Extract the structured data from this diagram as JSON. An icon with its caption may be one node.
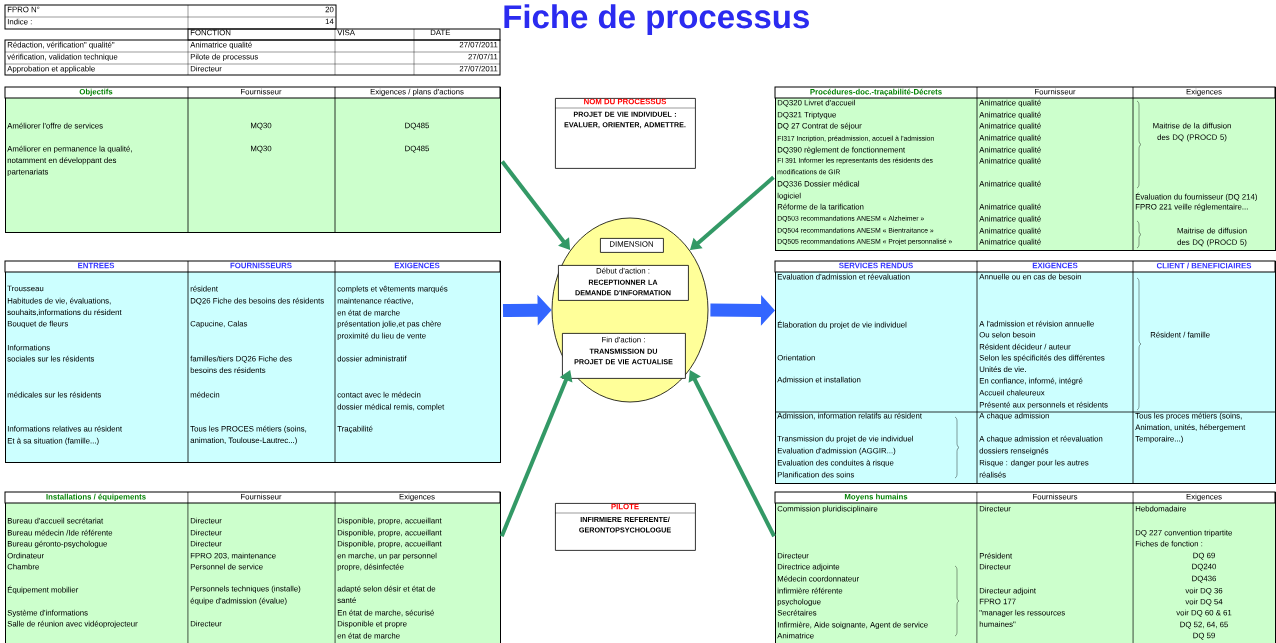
{
  "diagram": {
    "title": "Fiche de processus",
    "nodes": [
      {
        "text": [
          "FPRO N°",
          "20",
          "Indice :",
          "14",
          "FONCTION",
          "VISA",
          "DATE",
          "Rédaction, vérification\" qualité\"",
          "Animatrice qualité",
          "27/07/2011",
          "vérification, validation technique",
          "Pilote de processus",
          "27/07/11",
          "Approbation et applicable",
          "Directeur",
          "27/07/2011"
        ]
      },
      {
        "text": [
          "Objectifs",
          "Fournisseur",
          "Exigences / plans d'actions",
          "Améliorer l'offre de services",
          "MQ30",
          "DQ485",
          "Améliorer en permanence la qualité, notamment en développant des partenariats",
          "MQ30",
          "DQ485"
        ]
      },
      {
        "text": [
          "NOM DU PROCESSUS",
          "PROJET DE VIE INDIVIDUEL : EVALUER, ORIENTER, ADMETTRE."
        ]
      },
      {
        "text": [
          "Procédures-doc.-traçabilité-Décrets",
          "Fournisseur",
          "Exigences",
          "DQ320 Livret d'accueil",
          "Animatrice qualité",
          "DQ321 Triptyque",
          "Animatrice qualité",
          "DQ 27 Contrat de séjour",
          "Animatrice qualité",
          "FI317 Incription, préadmission, accueil à l'admission",
          "Animatrice qualité",
          "DQ390 règlement de fonctionnement",
          "Animatrice qualité",
          "FI 391 Informer les representants des résidents des modifications de GIR",
          "Animatrice qualité",
          "DQ336 Dossier médical",
          "Animatrice qualité",
          "logiciel",
          "Réforme de la tarification",
          "Animatrice qualité",
          "DQ503 recommandations ANESM « Alzheimer »",
          "Animatrice qualité",
          "DQ504 recommandations ANESM « Bientraitance »",
          "Animatrice qualité",
          "DQ505 recommandations ANESM « Projet personnalisé »",
          "Animatrice qualité",
          "Maitrise de la diffusion des DQ (PROCD 5)",
          "Évaluation du fournisseur (DQ 214)",
          "FPRO 221 veille réglementaire...",
          "Maitrise de diffusion des DQ (PROCD 5)"
        ]
      },
      {
        "text": [],
        "shape": "ellipse"
      },
      {
        "text": [
          "DIMENSION"
        ],
        "in": 4
      },
      {
        "text": [
          "Début d'action :",
          "RECEPTIONNER LA DEMANDE D'INFORMATION"
        ],
        "in": 4
      },
      {
        "text": [
          "Fin d'action :",
          "TRANSMISSION DU PROJET DE VIE ACTUALISE"
        ],
        "in": 4
      },
      {
        "text": [
          "ENTREES",
          "FOURNISSEURS",
          "EXIGENCES",
          "Trousseau",
          "résident",
          "complets et vêtements marqués",
          "Habitudes de vie, évaluations, souhaits,informations du résident",
          "DQ26 Fiche des besoins des résidents",
          "maintenance réactive,",
          "en état de marche",
          "Bouquet de fleurs",
          "Capucine, Calas",
          "présentation jolie,et pas chère",
          "proximité du lieu de vente",
          "Informations",
          "sociales sur les résidents",
          "familles/tiers DQ26 Fiche des besoins des résidents",
          "dossier administratif",
          "médicales sur les résidents",
          "médecin",
          "contact avec le médecin",
          "dossier médical remis, complet",
          "Informations relatives au résident",
          "Et à sa situation (famille...)",
          "Tous les PROCES métiers (soins, animation, Toulouse-Lautrec...)",
          "Traçabilité"
        ]
      },
      {
        "text": [
          "SERVICES RENDUS",
          "EXIGENCES",
          "CLIENT / BENEFICIAIRES",
          "Evaluation d'admission et réevaluation",
          "Annuelle ou en cas de besoin",
          "Élaboration du projet de vie individuel",
          "A l'admission et révision annuelle",
          "Ou selon besoin",
          "Résident décideur / auteur",
          "Orientation",
          "Selon les spécificités des différentes Unités de vie.",
          "Admission et installation",
          "En confiance, informé, intégré",
          "Accueil chaleureux",
          "Présenté aux personnels et résidents",
          "Résident / famille",
          "Admission, information relatifs au résident",
          "A chaque admission",
          "Tous les proces métiers (soins, Animation, unités, hébergement Temporaire...)",
          "Transmission du projet de vie individuel",
          "A chaque admission et réevaluation",
          "Evaluation d'admission (AGGIR...)",
          "dossiers renseignés",
          "Evaluation des conduites à risque",
          "Risque : danger pour les autres",
          "Planification des soins",
          "réalisés"
        ]
      },
      {
        "text": [
          "Installations / équipements",
          "Fournisseur",
          "Exigences",
          "Bureau d'accueil secrétariat",
          "Directeur",
          "Disponible, propre, accueillant",
          "Bureau médecin /Ide référente",
          "Directeur",
          "Disponible, propre, accueillant",
          "Bureau géronto-psychologue",
          "Directeur",
          "Disponible, propre, accueillant",
          "Ordinateur",
          "FPRO 203, maintenance",
          "en marche, un par personnel",
          "Chambre",
          "Personnel de service",
          "propre, désinfectée",
          "Équipement mobilier",
          "Personnels techniques (installe)",
          "équipe d'admission (évalue)",
          "adapté selon désir et état de santé",
          "Système d'informations",
          "En état de marche, sécurisé",
          "Salle de réunion avec vidéoprojecteur",
          "Directeur",
          "Disponible et propre",
          "en état de marche"
        ]
      },
      {
        "text": [
          "PILOTE",
          "INFIRMIERE REFERENTE/ GERONTOPSYCHOLOGUE"
        ]
      },
      {
        "text": [
          "Moyens humains",
          "Fournisseurs",
          "Exigences",
          "Commission pluridisciplinaire",
          "Directeur",
          "Hebdomadaire",
          "DQ 227 convention tripartite",
          "Fiches de fonction :",
          "Directeur",
          "Président",
          "DQ 69",
          "Directrice adjointe",
          "Directeur",
          "DQ240",
          "Médecin coordonnateur",
          "DQ436",
          "infirmière référente",
          "Directeur adjoint",
          "voir DQ 36",
          "psychologue",
          "FPRO 177",
          "voir DQ 54",
          "Secrétaires",
          "\"manager les ressources humaines\"",
          "voir DQ 60 & 61",
          "Infirmière, Aide soignante, Agent de service",
          "DQ 52, 64, 65",
          "Animatrice",
          "DQ 59"
        ]
      }
    ],
    "edges": [
      {
        "from": 1,
        "to": 4,
        "arrow": "to"
      },
      {
        "from": 3,
        "to": 4,
        "arrow": "to"
      },
      {
        "from": 8,
        "to": 4,
        "arrow": "to",
        "style": "thick",
        "color": "#3366ff"
      },
      {
        "from": 4,
        "to": 9,
        "arrow": "to",
        "style": "thick",
        "color": "#3366ff"
      },
      {
        "from": 10,
        "to": 4,
        "arrow": "to"
      },
      {
        "from": 12,
        "to": 4,
        "arrow": "to"
      }
    ]
  }
}
